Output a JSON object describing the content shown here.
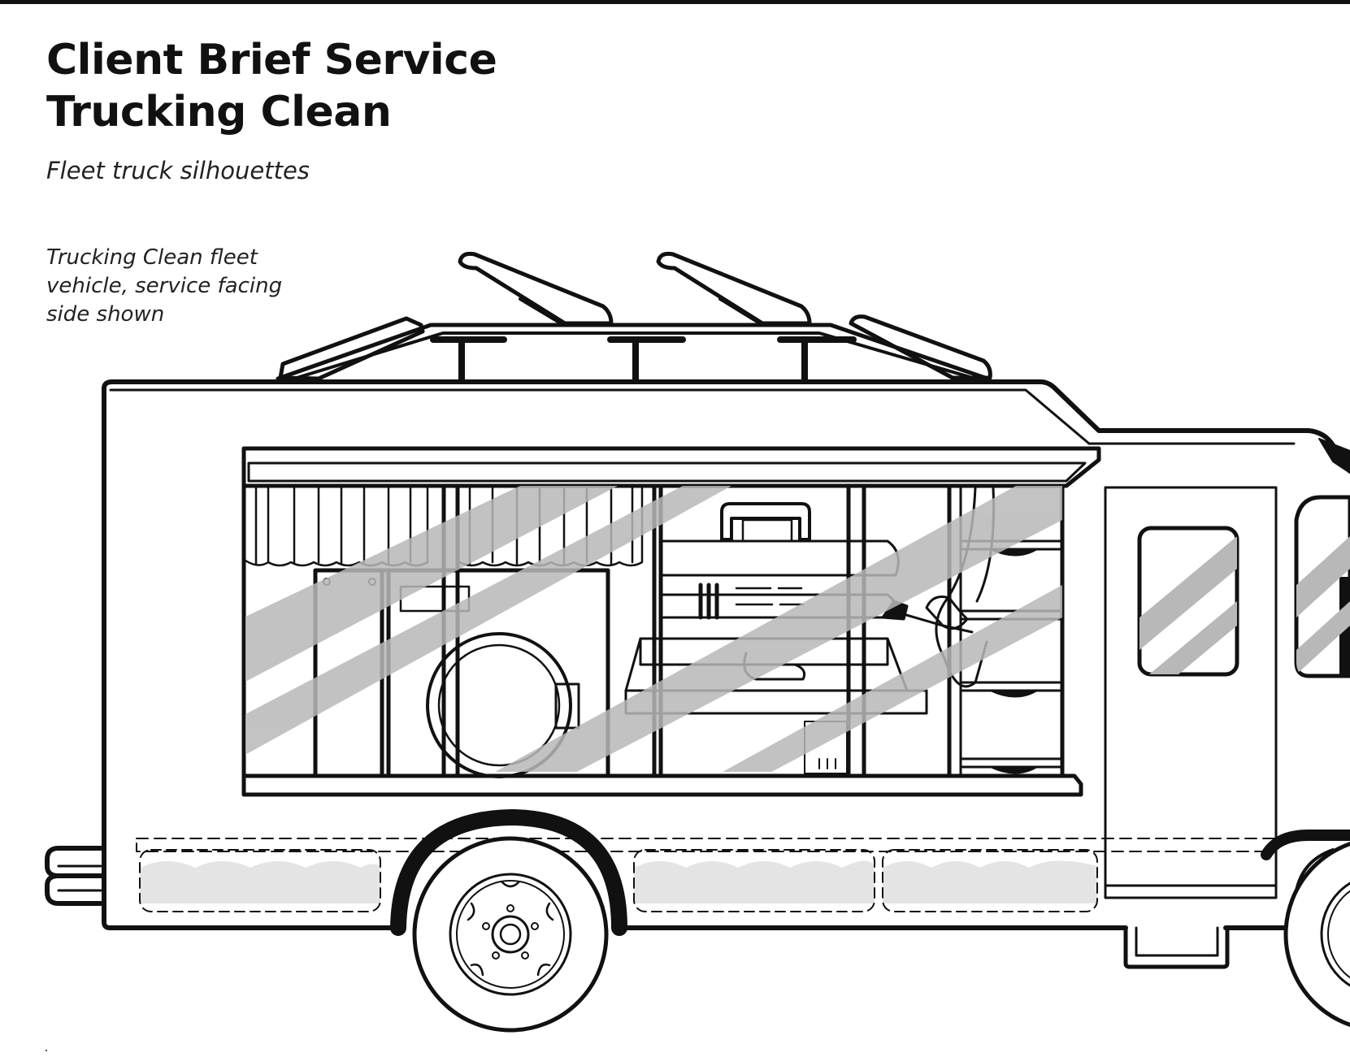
{
  "header": {
    "title_line1": "Client Brief Service",
    "title_line2": "Trucking Clean",
    "subtitle": "Fleet truck silhouettes"
  },
  "caption": {
    "line1": "Trucking Clean fleet",
    "line2": "vehicle, service facing",
    "line3": "side shown"
  },
  "colors": {
    "line": "#111111",
    "glass_stripe": "#b8b8b8",
    "tank_fill": "#e4e4e4",
    "background": "#ffffff"
  }
}
